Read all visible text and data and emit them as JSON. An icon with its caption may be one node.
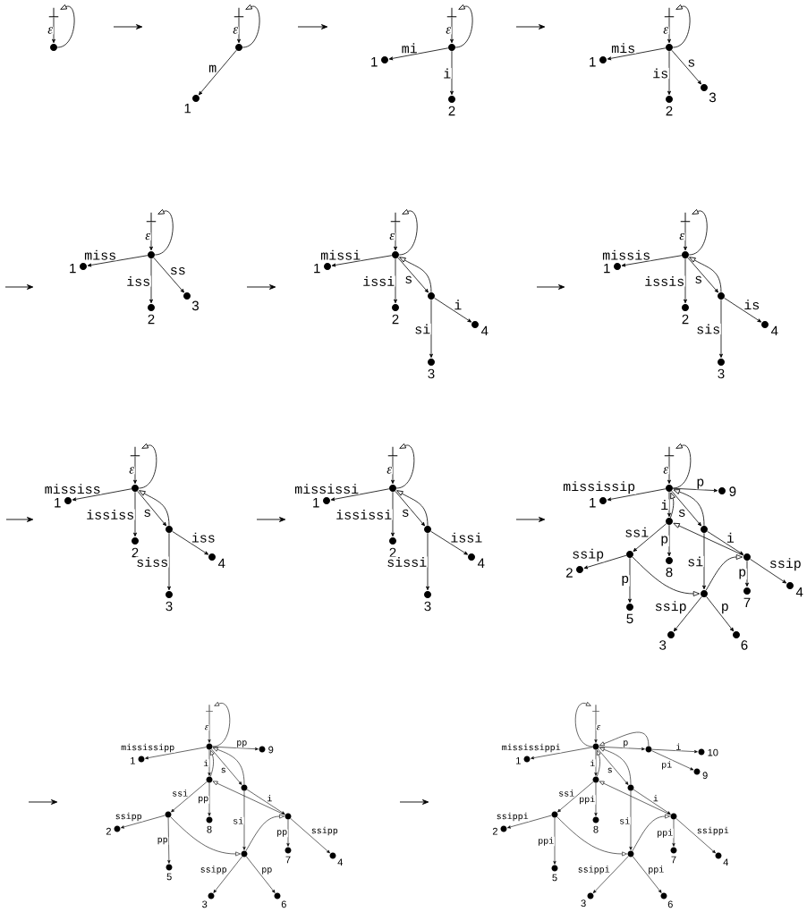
{
  "diagram": {
    "nodes": [
      {
        "text": [
          "⊥"
        ]
      },
      {
        "text": [],
        "shape": "circle"
      },
      {
        "text": [
          "⊥"
        ]
      },
      {
        "text": [],
        "shape": "circle"
      },
      {
        "text": [],
        "shape": "circle",
        "beside": [
          "1"
        ]
      },
      {
        "text": [
          "⊥"
        ]
      },
      {
        "text": [],
        "shape": "circle"
      },
      {
        "text": [],
        "shape": "circle",
        "beside": [
          "1"
        ]
      },
      {
        "text": [],
        "shape": "circle",
        "beside": [
          "2"
        ]
      },
      {
        "text": [
          "⊥"
        ]
      },
      {
        "text": [],
        "shape": "circle"
      },
      {
        "text": [],
        "shape": "circle",
        "beside": [
          "1"
        ]
      },
      {
        "text": [],
        "shape": "circle",
        "beside": [
          "2"
        ]
      },
      {
        "text": [],
        "shape": "circle",
        "beside": [
          "3"
        ]
      },
      {
        "text": [
          "⊥"
        ]
      },
      {
        "text": [],
        "shape": "circle"
      },
      {
        "text": [],
        "shape": "circle",
        "beside": [
          "1"
        ]
      },
      {
        "text": [],
        "shape": "circle",
        "beside": [
          "2"
        ]
      },
      {
        "text": [],
        "shape": "circle",
        "beside": [
          "3"
        ]
      },
      {
        "text": [
          "⊥"
        ]
      },
      {
        "text": [],
        "shape": "circle"
      },
      {
        "text": [],
        "shape": "circle",
        "beside": [
          "1"
        ]
      },
      {
        "text": [],
        "shape": "circle",
        "beside": [
          "2"
        ]
      },
      {
        "text": [],
        "shape": "circle"
      },
      {
        "text": [],
        "shape": "circle",
        "beside": [
          "4"
        ]
      },
      {
        "text": [],
        "shape": "circle",
        "beside": [
          "3"
        ]
      },
      {
        "text": [
          "⊥"
        ]
      },
      {
        "text": [],
        "shape": "circle"
      },
      {
        "text": [],
        "shape": "circle",
        "beside": [
          "1"
        ]
      },
      {
        "text": [],
        "shape": "circle",
        "beside": [
          "2"
        ]
      },
      {
        "text": [],
        "shape": "circle"
      },
      {
        "text": [],
        "shape": "circle",
        "beside": [
          "4"
        ]
      },
      {
        "text": [],
        "shape": "circle",
        "beside": [
          "3"
        ]
      },
      {
        "text": [
          "⊥"
        ]
      },
      {
        "text": [],
        "shape": "circle"
      },
      {
        "text": [],
        "shape": "circle",
        "beside": [
          "1"
        ]
      },
      {
        "text": [],
        "shape": "circle",
        "beside": [
          "2"
        ]
      },
      {
        "text": [],
        "shape": "circle"
      },
      {
        "text": [],
        "shape": "circle",
        "beside": [
          "4"
        ]
      },
      {
        "text": [],
        "shape": "circle",
        "beside": [
          "3"
        ]
      },
      {
        "text": [
          "⊥"
        ]
      },
      {
        "text": [],
        "shape": "circle"
      },
      {
        "text": [],
        "shape": "circle",
        "beside": [
          "1"
        ]
      },
      {
        "text": [],
        "shape": "circle",
        "beside": [
          "2"
        ]
      },
      {
        "text": [],
        "shape": "circle"
      },
      {
        "text": [],
        "shape": "circle",
        "beside": [
          "4"
        ]
      },
      {
        "text": [],
        "shape": "circle",
        "beside": [
          "3"
        ]
      },
      {
        "text": [
          "⊥"
        ]
      },
      {
        "text": [],
        "shape": "circle"
      },
      {
        "text": [],
        "shape": "circle",
        "beside": [
          "9"
        ]
      },
      {
        "text": [],
        "shape": "circle",
        "beside": [
          "1"
        ]
      },
      {
        "text": [],
        "shape": "circle"
      },
      {
        "text": [],
        "shape": "circle"
      },
      {
        "text": [],
        "shape": "circle"
      },
      {
        "text": [],
        "shape": "circle",
        "beside": [
          "8"
        ]
      },
      {
        "text": [],
        "shape": "circle"
      },
      {
        "text": [],
        "shape": "circle",
        "beside": [
          "2"
        ]
      },
      {
        "text": [],
        "shape": "circle",
        "beside": [
          "5"
        ]
      },
      {
        "text": [],
        "shape": "circle",
        "beside": [
          "7"
        ]
      },
      {
        "text": [],
        "shape": "circle",
        "beside": [
          "4"
        ]
      },
      {
        "text": [],
        "shape": "circle"
      },
      {
        "text": [],
        "shape": "circle",
        "beside": [
          "3"
        ]
      },
      {
        "text": [],
        "shape": "circle",
        "beside": [
          "6"
        ]
      },
      {
        "text": [
          "⊥"
        ]
      },
      {
        "text": [],
        "shape": "circle"
      },
      {
        "text": [],
        "shape": "circle",
        "beside": [
          "9"
        ]
      },
      {
        "text": [],
        "shape": "circle",
        "beside": [
          "1"
        ]
      },
      {
        "text": [],
        "shape": "circle"
      },
      {
        "text": [],
        "shape": "circle"
      },
      {
        "text": [],
        "shape": "circle"
      },
      {
        "text": [],
        "shape": "circle",
        "beside": [
          "8"
        ]
      },
      {
        "text": [],
        "shape": "circle"
      },
      {
        "text": [],
        "shape": "circle",
        "beside": [
          "2"
        ]
      },
      {
        "text": [],
        "shape": "circle",
        "beside": [
          "5"
        ]
      },
      {
        "text": [],
        "shape": "circle",
        "beside": [
          "7"
        ]
      },
      {
        "text": [],
        "shape": "circle",
        "beside": [
          "4"
        ]
      },
      {
        "text": [],
        "shape": "circle"
      },
      {
        "text": [],
        "shape": "circle",
        "beside": [
          "3"
        ]
      },
      {
        "text": [],
        "shape": "circle",
        "beside": [
          "6"
        ]
      },
      {
        "text": [
          "⊥"
        ]
      },
      {
        "text": [],
        "shape": "circle"
      },
      {
        "text": [],
        "shape": "circle"
      },
      {
        "text": [],
        "shape": "circle",
        "beside": [
          "10"
        ]
      },
      {
        "text": [],
        "shape": "circle",
        "beside": [
          "9"
        ]
      },
      {
        "text": [],
        "shape": "circle",
        "beside": [
          "1"
        ]
      },
      {
        "text": [],
        "shape": "circle"
      },
      {
        "text": [],
        "shape": "circle"
      },
      {
        "text": [],
        "shape": "circle"
      },
      {
        "text": [],
        "shape": "circle",
        "beside": [
          "8"
        ]
      },
      {
        "text": [],
        "shape": "circle"
      },
      {
        "text": [],
        "shape": "circle",
        "beside": [
          "2"
        ]
      },
      {
        "text": [],
        "shape": "circle",
        "beside": [
          "5"
        ]
      },
      {
        "text": [],
        "shape": "circle",
        "beside": [
          "7"
        ]
      },
      {
        "text": [],
        "shape": "circle",
        "beside": [
          "4"
        ]
      },
      {
        "text": [],
        "shape": "circle"
      },
      {
        "text": [],
        "shape": "circle",
        "beside": [
          "3"
        ]
      },
      {
        "text": [],
        "shape": "circle",
        "beside": [
          "6"
        ]
      }
    ],
    "edges": [
      {
        "from": 0,
        "to": 1,
        "arrow": "to",
        "label": "ε"
      },
      {
        "from": 1,
        "to": 0,
        "arrow": "to"
      },
      {
        "from": 2,
        "to": 3,
        "arrow": "to",
        "label": "ε"
      },
      {
        "from": 3,
        "to": 2,
        "arrow": "to"
      },
      {
        "from": 3,
        "to": 4,
        "arrow": "to",
        "label": "m"
      },
      {
        "from": 5,
        "to": 6,
        "arrow": "to",
        "label": "ε"
      },
      {
        "from": 6,
        "to": 5,
        "arrow": "to"
      },
      {
        "from": 6,
        "to": 7,
        "arrow": "to",
        "label": "mi"
      },
      {
        "from": 6,
        "to": 8,
        "arrow": "to",
        "label": "i"
      },
      {
        "from": 9,
        "to": 10,
        "arrow": "to",
        "label": "ε"
      },
      {
        "from": 10,
        "to": 9,
        "arrow": "to"
      },
      {
        "from": 10,
        "to": 11,
        "arrow": "to",
        "label": "mis"
      },
      {
        "from": 10,
        "to": 12,
        "arrow": "to",
        "label": "is"
      },
      {
        "from": 10,
        "to": 13,
        "arrow": "to",
        "label": "s"
      },
      {
        "from": 14,
        "to": 15,
        "arrow": "to",
        "label": "ε"
      },
      {
        "from": 15,
        "to": 14,
        "arrow": "to"
      },
      {
        "from": 15,
        "to": 16,
        "arrow": "to",
        "label": "miss"
      },
      {
        "from": 15,
        "to": 17,
        "arrow": "to",
        "label": "iss"
      },
      {
        "from": 15,
        "to": 18,
        "arrow": "to",
        "label": "ss"
      },
      {
        "from": 19,
        "to": 20,
        "arrow": "to",
        "label": "ε"
      },
      {
        "from": 20,
        "to": 19,
        "arrow": "to"
      },
      {
        "from": 20,
        "to": 21,
        "arrow": "to",
        "label": "missi"
      },
      {
        "from": 20,
        "to": 22,
        "arrow": "to",
        "label": "issi"
      },
      {
        "from": 20,
        "to": 23,
        "arrow": "to",
        "label": "s"
      },
      {
        "from": 23,
        "to": 20,
        "arrow": "to"
      },
      {
        "from": 23,
        "to": 24,
        "arrow": "to",
        "label": "i"
      },
      {
        "from": 23,
        "to": 25,
        "arrow": "to",
        "label": "si"
      },
      {
        "from": 26,
        "to": 27,
        "arrow": "to",
        "label": "ε"
      },
      {
        "from": 27,
        "to": 26,
        "arrow": "to"
      },
      {
        "from": 27,
        "to": 28,
        "arrow": "to",
        "label": "missis"
      },
      {
        "from": 27,
        "to": 29,
        "arrow": "to",
        "label": "issis"
      },
      {
        "from": 27,
        "to": 30,
        "arrow": "to",
        "label": "s"
      },
      {
        "from": 30,
        "to": 27,
        "arrow": "to"
      },
      {
        "from": 30,
        "to": 31,
        "arrow": "to",
        "label": "is"
      },
      {
        "from": 30,
        "to": 32,
        "arrow": "to",
        "label": "sis"
      },
      {
        "from": 33,
        "to": 34,
        "arrow": "to",
        "label": "ε"
      },
      {
        "from": 34,
        "to": 33,
        "arrow": "to"
      },
      {
        "from": 34,
        "to": 35,
        "arrow": "to",
        "label": "mississ"
      },
      {
        "from": 34,
        "to": 36,
        "arrow": "to",
        "label": "ississ"
      },
      {
        "from": 34,
        "to": 37,
        "arrow": "to",
        "label": "s"
      },
      {
        "from": 37,
        "to": 34,
        "arrow": "to"
      },
      {
        "from": 37,
        "to": 38,
        "arrow": "to",
        "label": "iss"
      },
      {
        "from": 37,
        "to": 39,
        "arrow": "to",
        "label": "siss"
      },
      {
        "from": 40,
        "to": 41,
        "arrow": "to",
        "label": "ε"
      },
      {
        "from": 41,
        "to": 40,
        "arrow": "to"
      },
      {
        "from": 41,
        "to": 42,
        "arrow": "to",
        "label": "mississi"
      },
      {
        "from": 41,
        "to": 43,
        "arrow": "to",
        "label": "ississi"
      },
      {
        "from": 41,
        "to": 44,
        "arrow": "to",
        "label": "s"
      },
      {
        "from": 44,
        "to": 41,
        "arrow": "to"
      },
      {
        "from": 44,
        "to": 45,
        "arrow": "to",
        "label": "issi"
      },
      {
        "from": 44,
        "to": 46,
        "arrow": "to",
        "label": "sissi"
      },
      {
        "from": 47,
        "to": 48,
        "arrow": "to",
        "label": "ε"
      },
      {
        "from": 48,
        "to": 47,
        "arrow": "to"
      },
      {
        "from": 48,
        "to": 49,
        "arrow": "to",
        "label": "p"
      },
      {
        "from": 48,
        "to": 50,
        "arrow": "to",
        "label": "mississip"
      },
      {
        "from": 48,
        "to": 51,
        "arrow": "to",
        "label": "i"
      },
      {
        "from": 51,
        "to": 48,
        "arrow": "to"
      },
      {
        "from": 48,
        "to": 52,
        "arrow": "to",
        "label": "s"
      },
      {
        "from": 52,
        "to": 48,
        "arrow": "to"
      },
      {
        "from": 51,
        "to": 53,
        "arrow": "to",
        "label": "ssi"
      },
      {
        "from": 51,
        "to": 54,
        "arrow": "to",
        "label": "p"
      },
      {
        "from": 52,
        "to": 55,
        "arrow": "to",
        "label": "i"
      },
      {
        "from": 52,
        "to": 60,
        "arrow": "to",
        "label": "si"
      },
      {
        "from": 55,
        "to": 51,
        "arrow": "to"
      },
      {
        "from": 53,
        "to": 56,
        "arrow": "to",
        "label": "ssip"
      },
      {
        "from": 53,
        "to": 57,
        "arrow": "to",
        "label": "p"
      },
      {
        "from": 53,
        "to": 60,
        "arrow": "to"
      },
      {
        "from": 55,
        "to": 58,
        "arrow": "to",
        "label": "p"
      },
      {
        "from": 55,
        "to": 59,
        "arrow": "to",
        "label": "ssip"
      },
      {
        "from": 60,
        "to": 55,
        "arrow": "to"
      },
      {
        "from": 60,
        "to": 61,
        "arrow": "to",
        "label": "ssip"
      },
      {
        "from": 60,
        "to": 62,
        "arrow": "to",
        "label": "p"
      },
      {
        "from": 63,
        "to": 64,
        "arrow": "to",
        "label": "ε"
      },
      {
        "from": 64,
        "to": 63,
        "arrow": "to"
      },
      {
        "from": 64,
        "to": 65,
        "arrow": "to",
        "label": "pp"
      },
      {
        "from": 64,
        "to": 66,
        "arrow": "to",
        "label": "mississipp"
      },
      {
        "from": 64,
        "to": 67,
        "arrow": "to",
        "label": "i"
      },
      {
        "from": 67,
        "to": 64,
        "arrow": "to"
      },
      {
        "from": 64,
        "to": 68,
        "arrow": "to",
        "label": "s"
      },
      {
        "from": 68,
        "to": 64,
        "arrow": "to"
      },
      {
        "from": 67,
        "to": 69,
        "arrow": "to",
        "label": "ssi"
      },
      {
        "from": 67,
        "to": 70,
        "arrow": "to",
        "label": "pp"
      },
      {
        "from": 68,
        "to": 71,
        "arrow": "to",
        "label": "i"
      },
      {
        "from": 68,
        "to": 76,
        "arrow": "to",
        "label": "si"
      },
      {
        "from": 71,
        "to": 67,
        "arrow": "to"
      },
      {
        "from": 69,
        "to": 72,
        "arrow": "to",
        "label": "ssipp"
      },
      {
        "from": 69,
        "to": 73,
        "arrow": "to",
        "label": "pp"
      },
      {
        "from": 69,
        "to": 76,
        "arrow": "to"
      },
      {
        "from": 71,
        "to": 74,
        "arrow": "to",
        "label": "pp"
      },
      {
        "from": 71,
        "to": 75,
        "arrow": "to",
        "label": "ssipp"
      },
      {
        "from": 76,
        "to": 71,
        "arrow": "to"
      },
      {
        "from": 76,
        "to": 77,
        "arrow": "to",
        "label": "ssipp"
      },
      {
        "from": 76,
        "to": 78,
        "arrow": "to",
        "label": "pp"
      },
      {
        "from": 79,
        "to": 80,
        "arrow": "to",
        "label": "ε"
      },
      {
        "from": 80,
        "to": 79,
        "arrow": "to"
      },
      {
        "from": 80,
        "to": 81,
        "arrow": "to",
        "label": "p"
      },
      {
        "from": 81,
        "to": 80,
        "arrow": "to"
      },
      {
        "from": 81,
        "to": 82,
        "arrow": "to",
        "label": "i"
      },
      {
        "from": 81,
        "to": 83,
        "arrow": "to",
        "label": "pi"
      },
      {
        "from": 80,
        "to": 84,
        "arrow": "to",
        "label": "mississippi"
      },
      {
        "from": 80,
        "to": 85,
        "arrow": "to",
        "label": "i"
      },
      {
        "from": 85,
        "to": 80,
        "arrow": "to"
      },
      {
        "from": 80,
        "to": 86,
        "arrow": "to",
        "label": "s"
      },
      {
        "from": 86,
        "to": 80,
        "arrow": "to"
      },
      {
        "from": 85,
        "to": 87,
        "arrow": "to",
        "label": "ssi"
      },
      {
        "from": 85,
        "to": 88,
        "arrow": "to",
        "label": "ppi"
      },
      {
        "from": 86,
        "to": 89,
        "arrow": "to",
        "label": "i"
      },
      {
        "from": 86,
        "to": 94,
        "arrow": "to",
        "label": "si"
      },
      {
        "from": 89,
        "to": 85,
        "arrow": "to"
      },
      {
        "from": 87,
        "to": 90,
        "arrow": "to",
        "label": "ssippi"
      },
      {
        "from": 87,
        "to": 91,
        "arrow": "to",
        "label": "ppi"
      },
      {
        "from": 87,
        "to": 94,
        "arrow": "to"
      },
      {
        "from": 89,
        "to": 92,
        "arrow": "to",
        "label": "ppi"
      },
      {
        "from": 89,
        "to": 93,
        "arrow": "to",
        "label": "ssippi"
      },
      {
        "from": 94,
        "to": 89,
        "arrow": "to"
      },
      {
        "from": 94,
        "to": 95,
        "arrow": "to",
        "label": "ssippi"
      },
      {
        "from": 94,
        "to": 96,
        "arrow": "to",
        "label": "ppi"
      }
    ]
  }
}
